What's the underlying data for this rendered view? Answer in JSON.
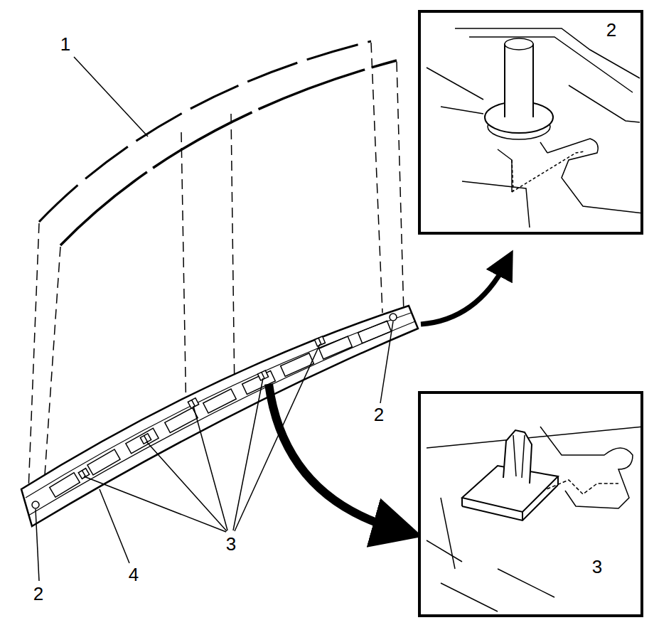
{
  "diagram": {
    "labels": [
      "1",
      "2",
      "2",
      "3",
      "3",
      "2",
      "4"
    ]
  }
}
